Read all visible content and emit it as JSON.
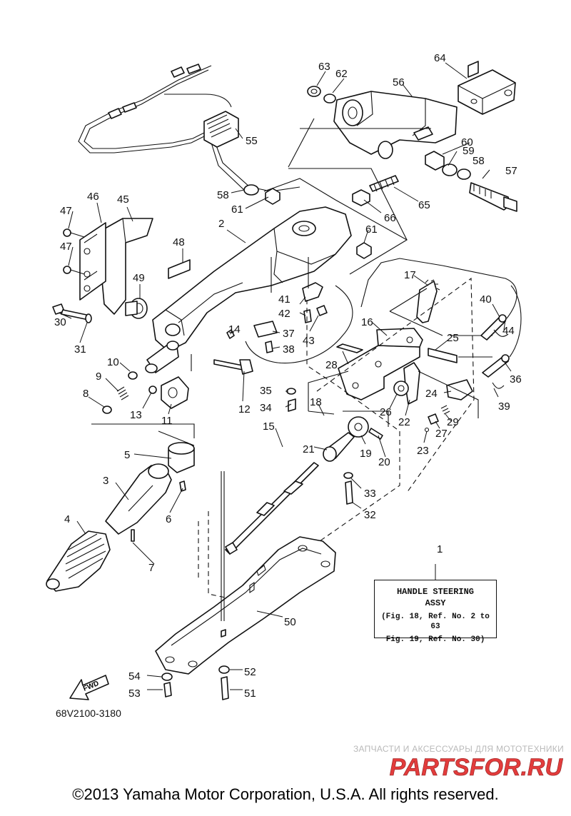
{
  "diagram": {
    "code": "68V2100-3180",
    "fwd_label": "FWD",
    "assy_box": {
      "line1": "HANDLE STEERING",
      "line2": "ASSY",
      "ref1": "(Fig. 18, Ref. No. 2 to 63",
      "ref2": "Fig. 19, Ref. No. 30)"
    },
    "callouts": {
      "c1": "1",
      "c2": "2",
      "c3": "3",
      "c4": "4",
      "c5": "5",
      "c6": "6",
      "c7": "7",
      "c8": "8",
      "c9": "9",
      "c10": "10",
      "c11": "11",
      "c12": "12",
      "c13": "13",
      "c14": "14",
      "c15": "15",
      "c16": "16",
      "c17": "17",
      "c18": "18",
      "c19": "19",
      "c20": "20",
      "c21": "21",
      "c22": "22",
      "c23": "23",
      "c24": "24",
      "c25": "25",
      "c26": "26",
      "c27": "27",
      "c28": "28",
      "c29": "29",
      "c30": "30",
      "c31": "31",
      "c32": "32",
      "c33": "33",
      "c34": "34",
      "c35": "35",
      "c36": "36",
      "c37": "37",
      "c38": "38",
      "c39": "39",
      "c40": "40",
      "c41": "41",
      "c42": "42",
      "c43": "43",
      "c44": "44",
      "c45": "45",
      "c46": "46",
      "c47a": "47",
      "c47b": "47",
      "c48": "48",
      "c49": "49",
      "c50": "50",
      "c51": "51",
      "c52": "52",
      "c53": "53",
      "c54": "54",
      "c55": "55",
      "c56": "56",
      "c57": "57",
      "c58a": "58",
      "c58b": "58",
      "c59": "59",
      "c60": "60",
      "c61a": "61",
      "c61b": "61",
      "c62": "62",
      "c63": "63",
      "c64": "64",
      "c65": "65",
      "c66": "66"
    }
  },
  "watermark": {
    "subtitle": "ЗАПЧАСТИ И АКСЕССУАРЫ ДЛЯ МОТОТЕХНИКИ",
    "logo_text": "PARTSFOR.RU",
    "accent": "#e23c3c"
  },
  "footer": {
    "copyright": "©2013 Yamaha Motor Corporation, U.S.A. All rights reserved."
  }
}
